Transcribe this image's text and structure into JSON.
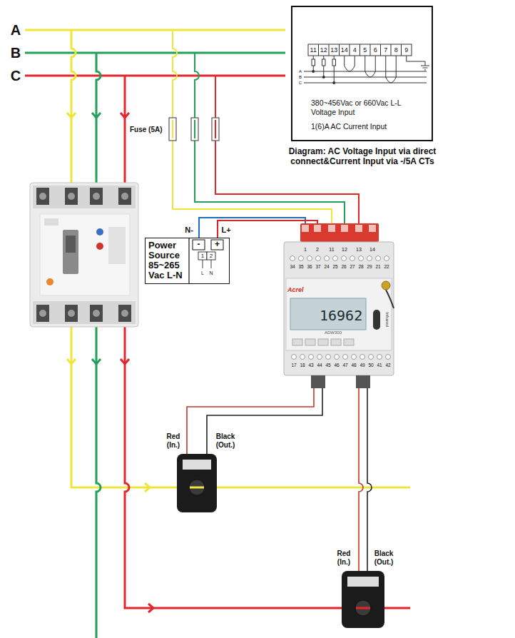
{
  "diagram": {
    "nodes": [
      {
        "text": [
          "380~456Vac or 660Vac L-L Voltage Input",
          "1(6)A AC Current Input"
        ]
      },
      {
        "text": [
          "Power Source 85~265 Vac L-N"
        ]
      },
      {
        "text": [
          "Acrel",
          "16962",
          "ADW300",
          "Infrared"
        ]
      }
    ],
    "edges": [
      {
        "from": 1,
        "to": 2,
        "arrow": "none"
      },
      {
        "from": 1,
        "to": 2,
        "arrow": "none"
      }
    ],
    "labels": [
      "A",
      "B",
      "C",
      "Fuse (5A)",
      "11",
      "12",
      "13",
      "14",
      "4",
      "5",
      "6",
      "7",
      "8",
      "9",
      "A",
      "B",
      "C",
      "Diagram: AC Voltage Input via direct connect&Current Input via -/5A CTs",
      "N-",
      "L+",
      "-",
      "+",
      "1",
      "2",
      "L",
      "N",
      "1",
      "2",
      "11",
      "12",
      "13",
      "14",
      "34",
      "35",
      "36",
      "37",
      "24",
      "25",
      "26",
      "27",
      "28",
      "29",
      "21",
      "22",
      "17",
      "18",
      "43",
      "44",
      "45",
      "46",
      "47",
      "48",
      "49",
      "50",
      "41",
      "42",
      "Red (In.)",
      "Black (Out.)",
      "Red (In.)",
      "Black (Out.)"
    ]
  }
}
